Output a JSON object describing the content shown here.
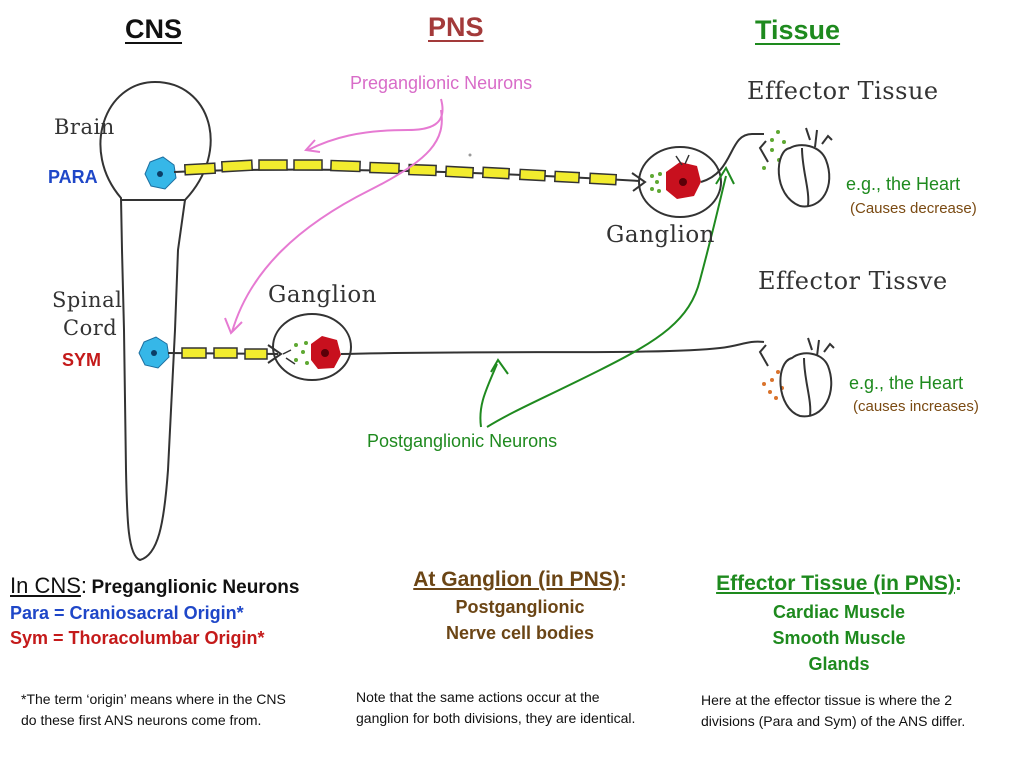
{
  "headers": {
    "cns": "CNS",
    "pns": "PNS",
    "tissue": "Tissue"
  },
  "hand_labels": {
    "brain": "Brain",
    "spinal": "Spinal",
    "cord": "Cord",
    "ganglion_top": "Ganglion",
    "ganglion_bottom": "Ganglion",
    "effector_top": "Effector Tissue",
    "effector_bottom": "Effector Tissve"
  },
  "labels": {
    "preganglionic": "Preganglionic Neurons",
    "postganglionic": "Postganglionic Neurons",
    "para": "PARA",
    "sym": "SYM",
    "heart_top": "e.g., the Heart",
    "heart_top_note": "(Causes decrease)",
    "heart_bottom": "e.g., the Heart",
    "heart_bottom_note": "(causes increases)"
  },
  "bottom": {
    "cns_title": "In CNS",
    "cns_colon": ":",
    "cns_subtitle": "Preganglionic Neurons",
    "para_origin": "Para = Craniosacral Origin*",
    "sym_origin": "Sym = Thoracolumbar Origin*",
    "footnote_1": "*The term ‘origin’ means where in the CNS",
    "footnote_2": "do these first ANS neurons come from.",
    "ganglion_title": "At Ganglion (in PNS)",
    "ganglion_colon": ":",
    "ganglion_line1": "Postganglionic",
    "ganglion_line2": "Nerve cell bodies",
    "ganglion_note_1": "Note that the same actions occur at the",
    "ganglion_note_2": "ganglion for both divisions, they are identical.",
    "effector_title": "Effector Tissue (in PNS)",
    "effector_colon": ":",
    "effector_items": [
      "Cardiac Muscle",
      "Smooth Muscle",
      "Glands"
    ],
    "effector_note_1": "Here at the effector tissue is where the 2",
    "effector_note_2": "divisions (Para and Sym) of the ANS differ."
  },
  "colors": {
    "pns_red": "#a33a3a",
    "tissue_green": "#1e8a1e",
    "pink": "#e67ad2",
    "para_blue": "#1f47c8",
    "sym_red": "#c41a1a",
    "ganglion_brown": "#6b4515",
    "green_arrow": "#1f8a1f",
    "myelin_yellow": "#f2ec2e",
    "cell_body_blue": "#36b7e8",
    "ganglion_cell_red": "#c8101e"
  }
}
